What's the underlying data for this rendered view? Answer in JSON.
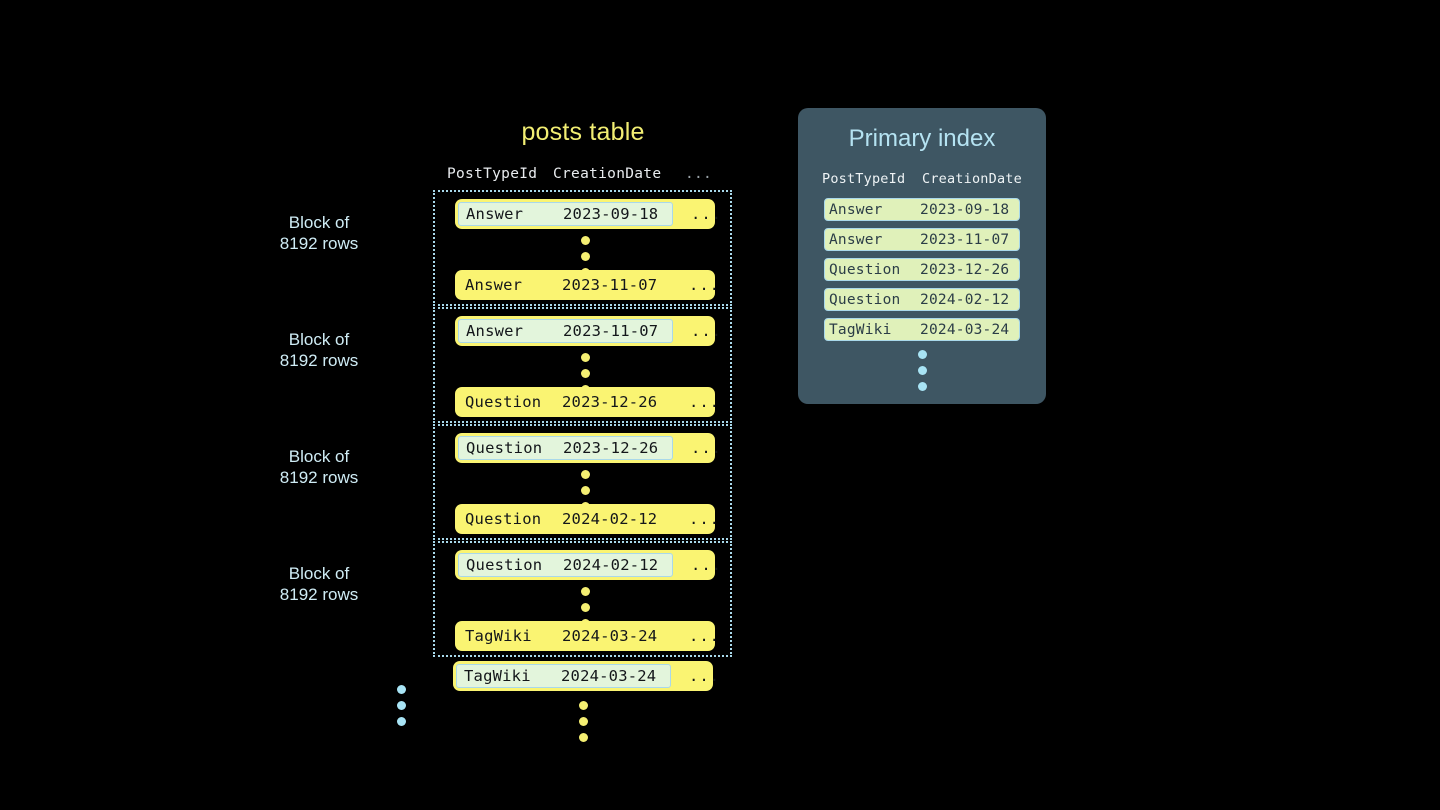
{
  "posts_table": {
    "title": "posts table",
    "headers": {
      "post_type_id": "PostTypeId",
      "creation_date": "CreationDate",
      "ellipsis": "..."
    },
    "blocks": [
      {
        "label_line1": "Block of",
        "label_line2": "8192 rows",
        "first_row": {
          "post_type_id": "Answer",
          "creation_date": "2023-09-18",
          "ellipsis": "...",
          "highlighted": true
        },
        "last_row": {
          "post_type_id": "Answer",
          "creation_date": "2023-11-07",
          "ellipsis": "...",
          "highlighted": false
        }
      },
      {
        "label_line1": "Block of",
        "label_line2": "8192 rows",
        "first_row": {
          "post_type_id": "Answer",
          "creation_date": "2023-11-07",
          "ellipsis": "...",
          "highlighted": true
        },
        "last_row": {
          "post_type_id": "Question",
          "creation_date": "2023-12-26",
          "ellipsis": "...",
          "highlighted": false
        }
      },
      {
        "label_line1": "Block of",
        "label_line2": "8192 rows",
        "first_row": {
          "post_type_id": "Question",
          "creation_date": "2023-12-26",
          "ellipsis": "...",
          "highlighted": true
        },
        "last_row": {
          "post_type_id": "Question",
          "creation_date": "2024-02-12",
          "ellipsis": "...",
          "highlighted": false
        }
      },
      {
        "label_line1": "Block of",
        "label_line2": "8192 rows",
        "first_row": {
          "post_type_id": "Question",
          "creation_date": "2024-02-12",
          "ellipsis": "...",
          "highlighted": true
        },
        "last_row": {
          "post_type_id": "TagWiki",
          "creation_date": "2024-03-24",
          "ellipsis": "...",
          "highlighted": false
        }
      }
    ],
    "trailing_row": {
      "post_type_id": "TagWiki",
      "creation_date": "2024-03-24",
      "ellipsis": "...",
      "highlighted": true
    }
  },
  "primary_index": {
    "title": "Primary index",
    "headers": {
      "post_type_id": "PostTypeId",
      "creation_date": "CreationDate"
    },
    "rows": [
      {
        "post_type_id": "Answer",
        "creation_date": "2023-09-18"
      },
      {
        "post_type_id": "Answer",
        "creation_date": "2023-11-07"
      },
      {
        "post_type_id": "Question",
        "creation_date": "2023-12-26"
      },
      {
        "post_type_id": "Question",
        "creation_date": "2024-02-12"
      },
      {
        "post_type_id": "TagWiki",
        "creation_date": "2024-03-24"
      }
    ]
  },
  "colors": {
    "background": "#000000",
    "row_yellow": "#faf472",
    "highlight_mint": "#e3f5dc",
    "highlight_border": "#a9d8ea",
    "block_border": "#a8d8ea",
    "posts_title": "#f2ee73",
    "index_panel": "#3e5663",
    "index_title": "#b5e3f2",
    "index_row": "#e0f1ba",
    "dot_yellow": "#f5ef72",
    "dot_blue": "#a8e4f5",
    "block_label": "#cfecf5"
  }
}
